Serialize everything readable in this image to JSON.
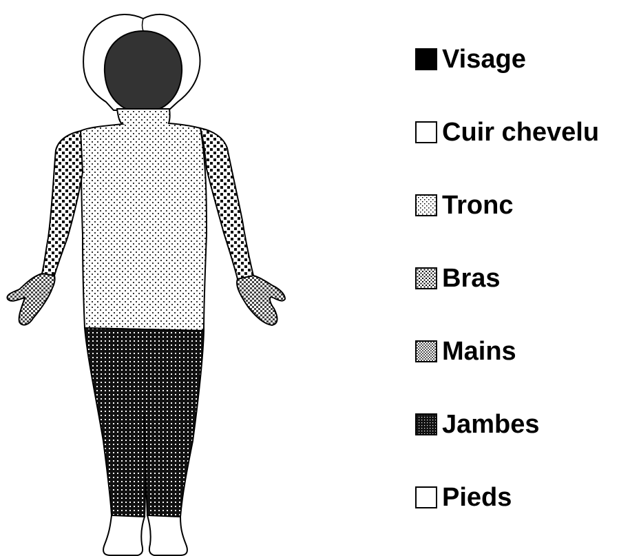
{
  "legend": {
    "items": [
      {
        "label": "Visage",
        "pattern": "solid-black",
        "color": "#000000"
      },
      {
        "label": "Cuir chevelu",
        "pattern": "empty",
        "color": "#ffffff"
      },
      {
        "label": "Tronc",
        "pattern": "sparse-dots",
        "color": "#ffffff"
      },
      {
        "label": "Bras",
        "pattern": "medium-checker",
        "color": "#ffffff"
      },
      {
        "label": "Mains",
        "pattern": "dense-checker",
        "color": "#ffffff"
      },
      {
        "label": "Jambes",
        "pattern": "dark-dots",
        "color": "#000000"
      },
      {
        "label": "Pieds",
        "pattern": "empty",
        "color": "#ffffff"
      }
    ]
  },
  "body_regions": [
    {
      "name": "Visage",
      "fill": "#333333"
    },
    {
      "name": "Cuir chevelu",
      "fill": "#ffffff"
    },
    {
      "name": "Tronc",
      "fill": "tronc-pattern"
    },
    {
      "name": "Bras",
      "fill": "bras-pattern"
    },
    {
      "name": "Mains",
      "fill": "mains-pattern"
    },
    {
      "name": "Jambes",
      "fill": "jambes-pattern"
    },
    {
      "name": "Pieds",
      "fill": "#ffffff"
    }
  ]
}
